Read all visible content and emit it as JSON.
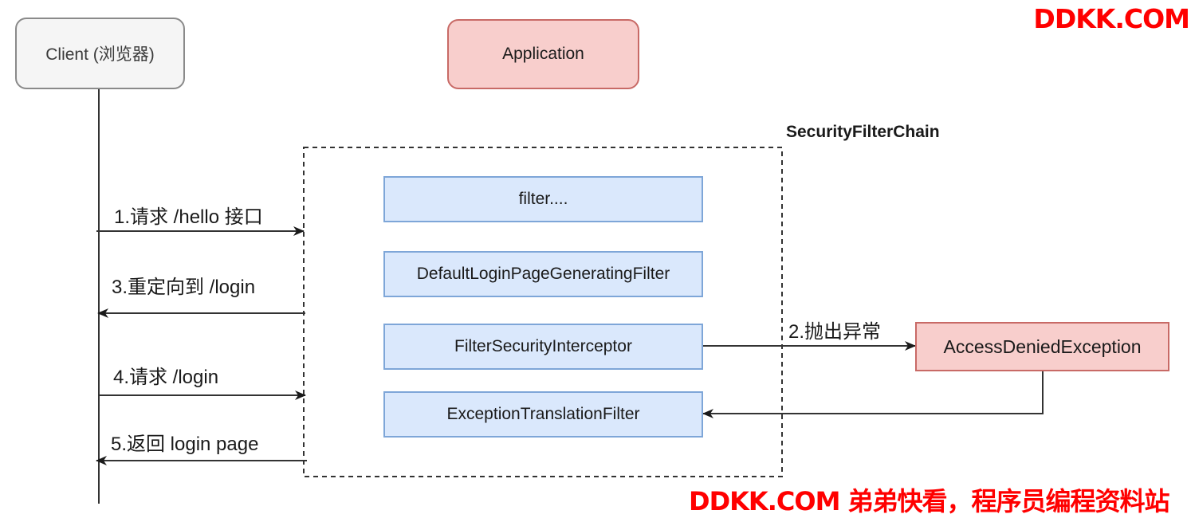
{
  "participants": {
    "client": "Client (浏览器)",
    "application": "Application"
  },
  "security_filter_chain": {
    "label": "SecurityFilterChain",
    "filters": [
      "filter....",
      "DefaultLoginPageGeneratingFilter",
      "FilterSecurityInterceptor",
      "ExceptionTranslationFilter"
    ]
  },
  "exception_box": "AccessDeniedException",
  "messages": {
    "m1": "1.请求 /hello 接口",
    "m2": "2.抛出异常",
    "m3": "3.重定向到 /login",
    "m4": "4.请求 /login",
    "m5": "5.返回 login page"
  },
  "colors": {
    "client_fill": "#f5f5f5",
    "app_fill": "#f8cecc",
    "filter_fill": "#dae8fc",
    "watermark": "#ff0000"
  },
  "watermarks": {
    "top": "DDKK.COM",
    "bottom": "DDKK.COM 弟弟快看，程序员编程资料站"
  }
}
